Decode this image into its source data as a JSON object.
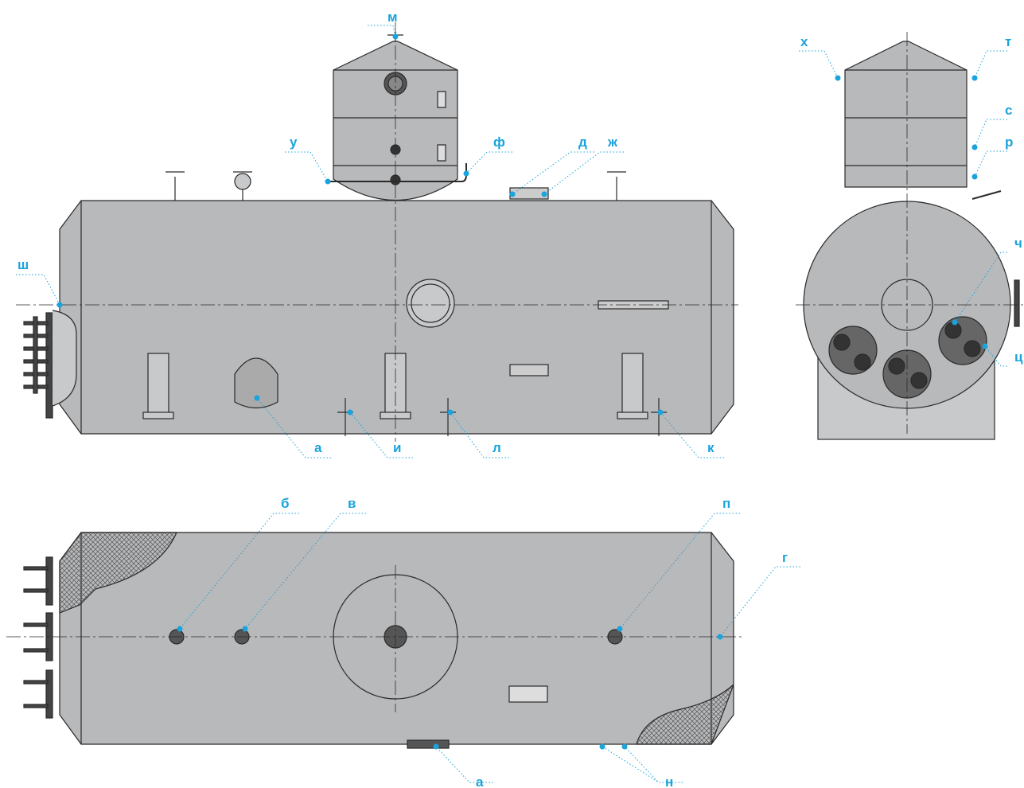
{
  "colors": {
    "body_fill": "#b8b9bb",
    "outline": "#2a2a2a",
    "callout": "#1aa3dc",
    "hatch": "#555555"
  },
  "labels": {
    "m": "м",
    "u": "у",
    "f": "ф",
    "d": "д",
    "zh": "ж",
    "sh": "ш",
    "a_top": "а",
    "i": "и",
    "l": "л",
    "k": "к",
    "kh": "х",
    "t": "т",
    "s": "с",
    "r": "р",
    "ch": "ч",
    "ts": "ц",
    "b": "б",
    "v": "в",
    "p": "п",
    "g": "г",
    "a_bottom": "а",
    "n": "н"
  }
}
